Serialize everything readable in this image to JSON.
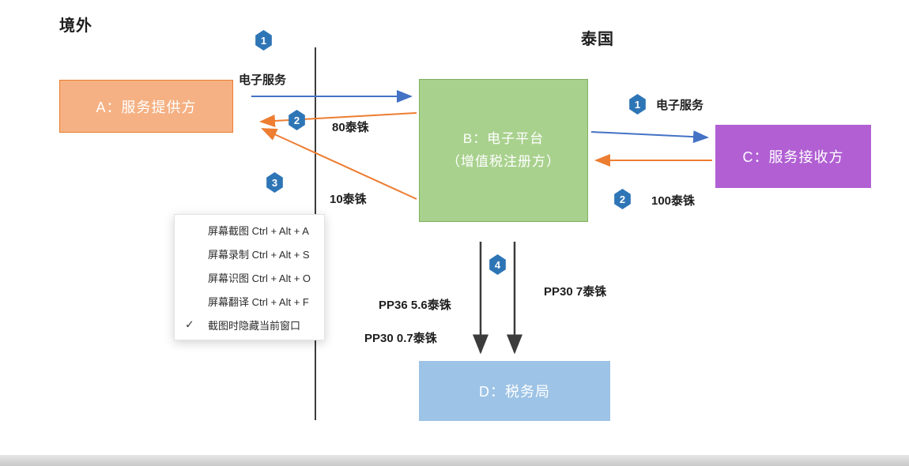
{
  "regions": {
    "overseas": "境外",
    "thailand": "泰国"
  },
  "nodes": {
    "a": {
      "label": "A：服务提供方"
    },
    "b": {
      "line1": "B：电子平台",
      "line2": "（增值税注册方）"
    },
    "c": {
      "label": "C：服务接收方"
    },
    "d": {
      "label": "D：税务局"
    }
  },
  "flows": {
    "a_to_b": {
      "badge": "1",
      "label": "电子服务"
    },
    "b_to_a_80": {
      "badge": "2",
      "label": "80泰铢"
    },
    "b_to_a_10": {
      "badge": "3",
      "label": "10泰铢"
    },
    "b_to_c": {
      "badge": "1",
      "label": "电子服务"
    },
    "c_to_b": {
      "badge": "2",
      "label": "100泰铢"
    },
    "b_to_d": {
      "badge": "4",
      "label_right": "PP30 7泰铢",
      "label_left_top": "PP36  5.6泰铢",
      "label_left_bottom": "PP30 0.7泰铢"
    }
  },
  "context_menu": {
    "check_icon": "✓",
    "items": [
      {
        "label": "屏幕截图 Ctrl + Alt + A",
        "checked": false
      },
      {
        "label": "屏幕录制 Ctrl + Alt + S",
        "checked": false
      },
      {
        "label": "屏幕识图 Ctrl + Alt + O",
        "checked": false
      },
      {
        "label": "屏幕翻译 Ctrl + Alt + F",
        "checked": false
      },
      {
        "label": "截图时隐藏当前窗口",
        "checked": true
      }
    ]
  },
  "colors": {
    "accent_blue": "#4472C4",
    "accent_orange": "#ED7D31",
    "badge_blue": "#2E75B6",
    "arrow_black": "#3c3c3c",
    "box_a_fill": "#F5B183",
    "box_a_border": "#ED7D31",
    "box_b_fill": "#A9D18E",
    "box_b_border": "#7FAF5F",
    "box_c_fill": "#B15FD3",
    "box_d_fill": "#9DC3E6"
  }
}
